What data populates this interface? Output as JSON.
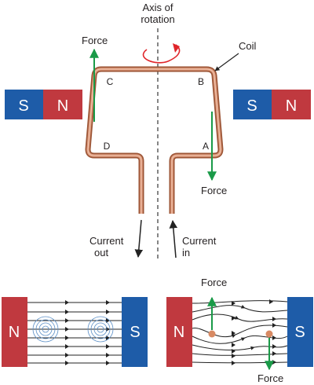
{
  "labels": {
    "axis_line1": "Axis of",
    "axis_line2": "rotation",
    "coil": "Coil",
    "force": "Force",
    "current_out_line1": "Current",
    "current_out_line2": "out",
    "current_in_line1": "Current",
    "current_in_line2": "in"
  },
  "corners": {
    "a": "A",
    "b": "B",
    "c": "C",
    "d": "D"
  },
  "poles": {
    "north": "N",
    "south": "S"
  },
  "colors": {
    "north": "#c0393f",
    "south": "#1e5ca8",
    "coil": "#c8775a",
    "force_arrow": "#1a9a48",
    "field_line": "#222222",
    "current_ring": "#5b8fc7",
    "rotation_arrow": "#e0252a"
  }
}
